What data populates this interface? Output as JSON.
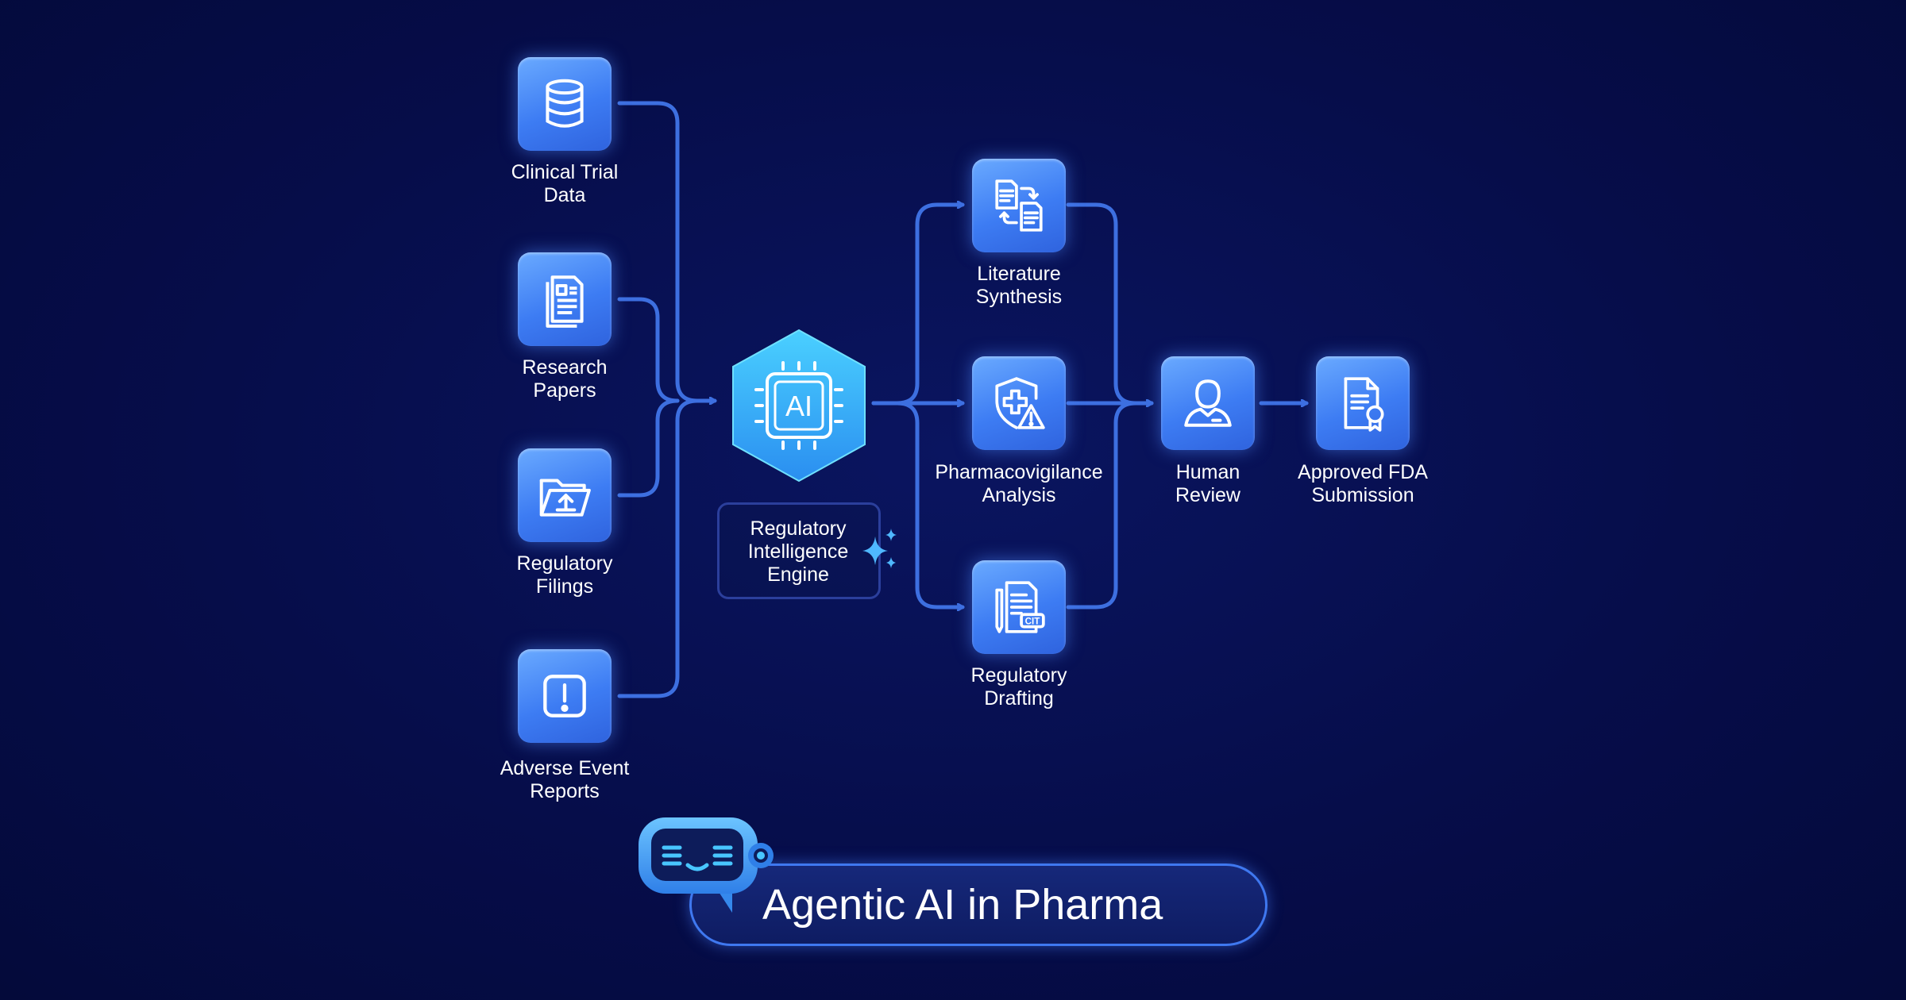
{
  "title": "Agentic AI in Pharma",
  "hub": {
    "icon_text": "AI",
    "label": "Regulatory\nIntelligence\nEngine"
  },
  "inputs": [
    {
      "id": "clinical",
      "label": "Clinical Trial\nData",
      "icon": "database-icon"
    },
    {
      "id": "research",
      "label": "Research\nPapers",
      "icon": "document-icon"
    },
    {
      "id": "filings",
      "label": "Regulatory\nFilings",
      "icon": "folder-upload-icon"
    },
    {
      "id": "adverse",
      "label": "Adverse Event\nReports",
      "icon": "alert-icon"
    }
  ],
  "processes": [
    {
      "id": "literature",
      "label": "Literature\nSynthesis",
      "icon": "document-transfer-icon"
    },
    {
      "id": "pharmaco",
      "label": "Pharmacovigilance\nAnalysis",
      "icon": "shield-warning-icon"
    },
    {
      "id": "drafting",
      "label": "Regulatory\nDrafting",
      "icon": "document-cit-icon",
      "badge": "CIT"
    }
  ],
  "outputs": [
    {
      "id": "review",
      "label": "Human\nReview",
      "icon": "person-icon"
    },
    {
      "id": "approved",
      "label": "Approved FDA\nSubmission",
      "icon": "certified-document-icon"
    }
  ],
  "colors": {
    "background": "#060d4a",
    "tile": "#3d7cf3",
    "connector": "#3d6fe0",
    "hub": "#2fb0f0"
  }
}
